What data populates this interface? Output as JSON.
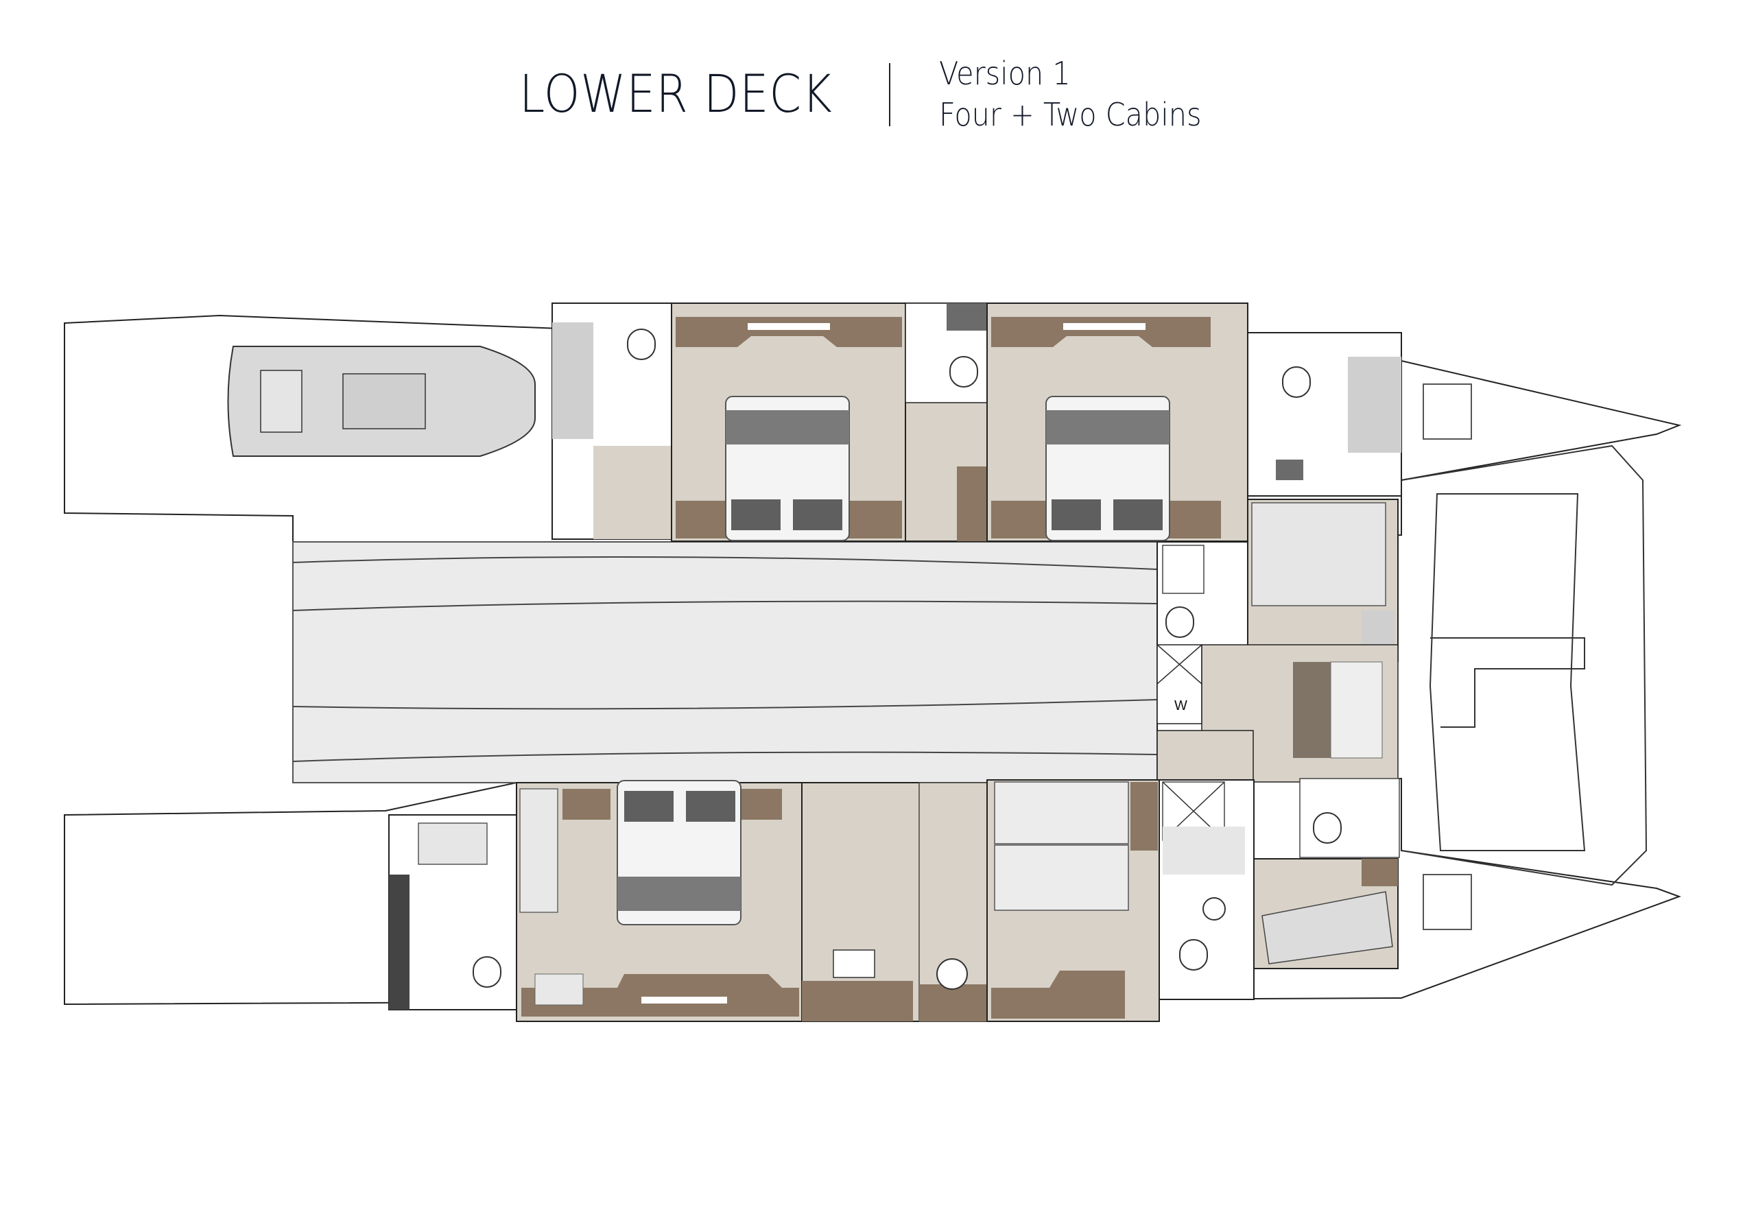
{
  "header": {
    "title": "LOWER DECK",
    "version": "Version 1",
    "subtitle": "Four + Two Cabins"
  },
  "plan": {
    "washer_label": "W"
  },
  "colors": {
    "floor": "#d8d2c8",
    "wood": "#8b7763",
    "tunnel": "#ebebeb",
    "bed_runner": "#7a7a7a",
    "outline": "#222222"
  }
}
